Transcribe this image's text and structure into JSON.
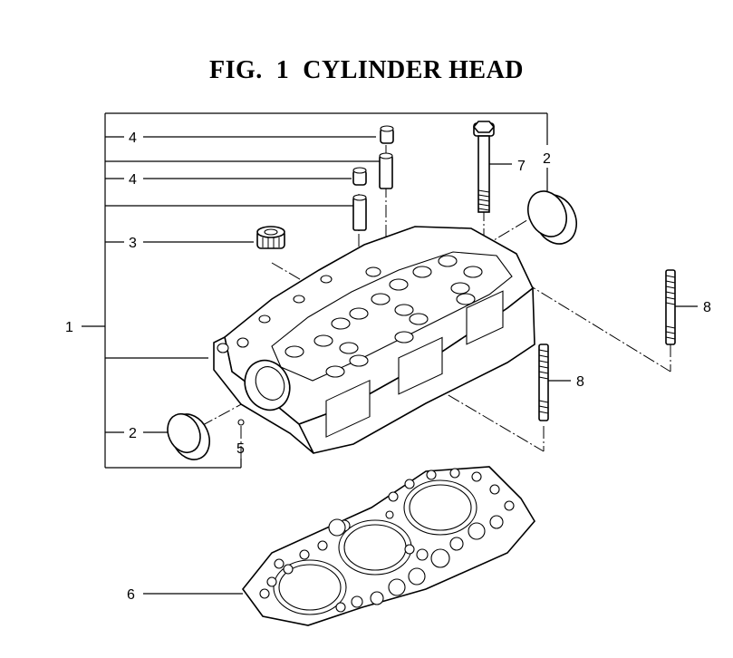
{
  "figure": {
    "title": "FIG.  1  CYLINDER HEAD"
  },
  "callouts": {
    "c1": "1",
    "c2_top": "2",
    "c2_bottom": "2",
    "c3": "3",
    "c4_upper": "4",
    "c4_lower": "4",
    "c5": "5",
    "c6": "6",
    "c7": "7",
    "c8_right": "8",
    "c8_mid": "8"
  },
  "parts": [
    {
      "number": "1",
      "part": "cylinder-head"
    },
    {
      "number": "2",
      "part": "expansion-plug"
    },
    {
      "number": "3",
      "part": "plug"
    },
    {
      "number": "4",
      "part": "valve-guide-and-seal"
    },
    {
      "number": "5",
      "part": "pin"
    },
    {
      "number": "6",
      "part": "head-gasket"
    },
    {
      "number": "7",
      "part": "head-bolt"
    },
    {
      "number": "8",
      "part": "stud"
    }
  ]
}
